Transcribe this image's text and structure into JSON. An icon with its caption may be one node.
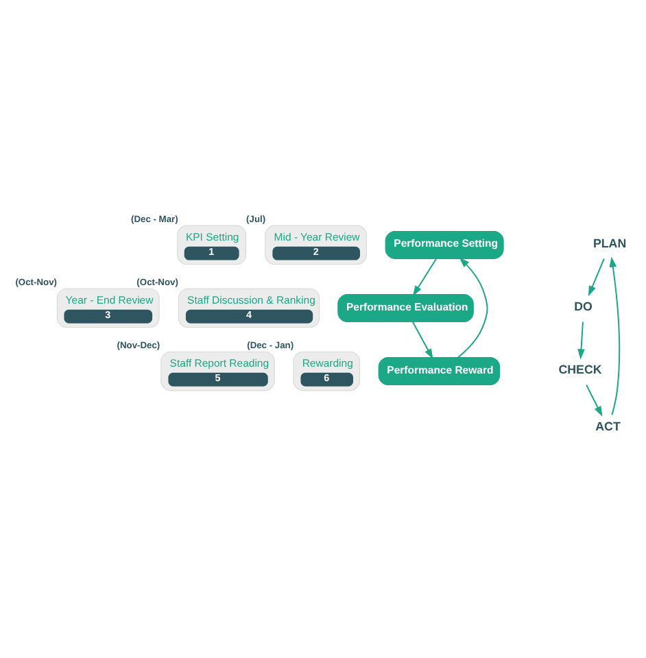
{
  "diagram": {
    "nodes": [
      {
        "text": [
          "KPI Setting",
          "1"
        ],
        "beside": [
          "(Dec - Mar)"
        ]
      },
      {
        "text": [
          "Mid - Year Review",
          "2"
        ],
        "beside": [
          "(Jul)"
        ]
      },
      {
        "text": [
          "Year - End Review",
          "3"
        ],
        "beside": [
          "(Oct-Nov)"
        ]
      },
      {
        "text": [
          "Staff Discussion & Ranking",
          "4"
        ],
        "beside": [
          "(Oct-Nov)"
        ]
      },
      {
        "text": [
          "Staff Report Reading",
          "5"
        ],
        "beside": [
          "(Nov-Dec)"
        ]
      },
      {
        "text": [
          "Rewarding",
          "6"
        ],
        "beside": [
          "(Dec - Jan)"
        ]
      },
      {
        "text": [
          "Performance Setting"
        ]
      },
      {
        "text": [
          "Performance Evaluation"
        ]
      },
      {
        "text": [
          "Performance Reward"
        ]
      },
      {
        "text": [
          "PLAN"
        ]
      },
      {
        "text": [
          "DO"
        ]
      },
      {
        "text": [
          "CHECK"
        ]
      },
      {
        "text": [
          "ACT"
        ]
      }
    ],
    "edges": [
      {
        "from": 6,
        "to": 7,
        "arrow": "to"
      },
      {
        "from": 7,
        "to": 8,
        "arrow": "to"
      },
      {
        "from": 8,
        "to": 6,
        "arrow": "to"
      },
      {
        "from": 9,
        "to": 10,
        "arrow": "to"
      },
      {
        "from": 10,
        "to": 11,
        "arrow": "to"
      },
      {
        "from": 11,
        "to": 12,
        "arrow": "to"
      },
      {
        "from": 12,
        "to": 9,
        "arrow": "to"
      }
    ]
  }
}
